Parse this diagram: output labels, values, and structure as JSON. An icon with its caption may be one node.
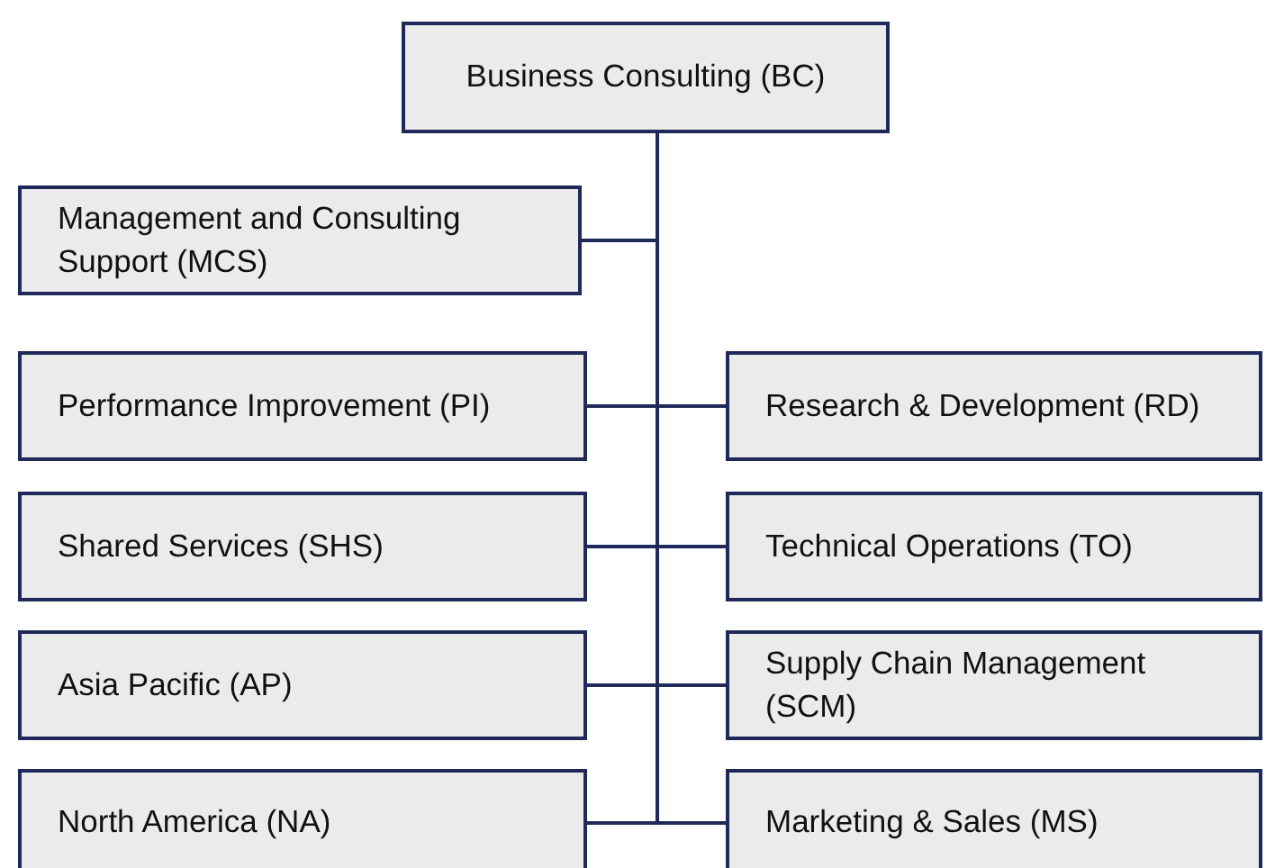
{
  "diagram": {
    "nodes": [
      {
        "text": [
          "Business Consulting (BC)"
        ]
      },
      {
        "text": [
          "Management and Consulting Support (MCS)"
        ]
      },
      {
        "text": [
          "Performance Improvement (PI)"
        ]
      },
      {
        "text": [
          "Research & Development (RD)"
        ]
      },
      {
        "text": [
          "Shared Services (SHS)"
        ]
      },
      {
        "text": [
          "Technical Operations (TO)"
        ]
      },
      {
        "text": [
          "Asia Pacific (AP)"
        ]
      },
      {
        "text": [
          "Supply Chain Management (SCM)"
        ]
      },
      {
        "text": [
          "North America (NA)"
        ]
      },
      {
        "text": [
          "Marketing & Sales (MS)"
        ]
      }
    ],
    "edges": [
      {
        "from": 0,
        "to": 1,
        "arrow": "none"
      },
      {
        "from": 0,
        "to": 2,
        "arrow": "none"
      },
      {
        "from": 0,
        "to": 3,
        "arrow": "none"
      },
      {
        "from": 0,
        "to": 4,
        "arrow": "none"
      },
      {
        "from": 0,
        "to": 5,
        "arrow": "none"
      },
      {
        "from": 0,
        "to": 6,
        "arrow": "none"
      },
      {
        "from": 0,
        "to": 7,
        "arrow": "none"
      },
      {
        "from": 0,
        "to": 8,
        "arrow": "none"
      },
      {
        "from": 0,
        "to": 9,
        "arrow": "none"
      }
    ]
  }
}
